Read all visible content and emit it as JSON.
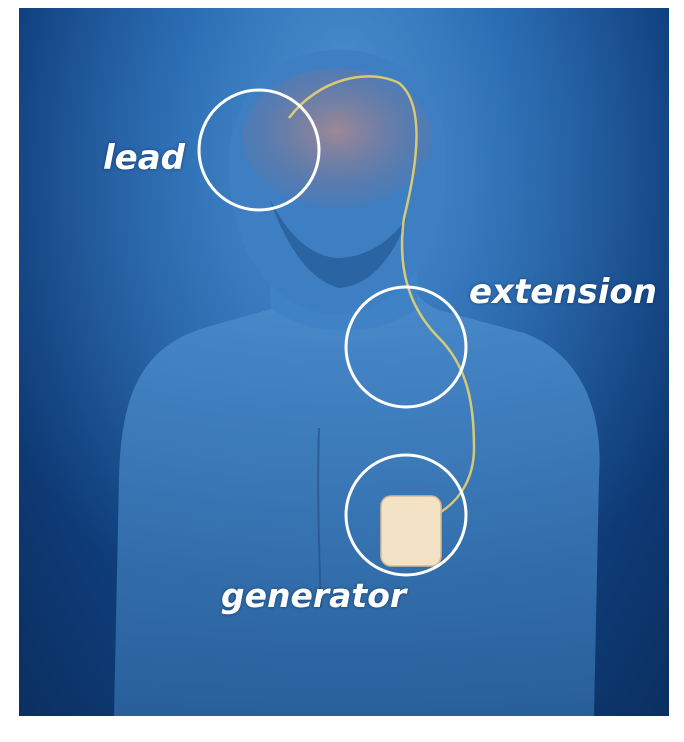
{
  "illustration": {
    "subject": "implanted-stimulation-system",
    "colors": {
      "background_light": "#3a7fc2",
      "background_dark": "#0b2f60",
      "body": "#2f73b8",
      "wire": "#f1d66a",
      "circle": "#ffffff",
      "generator_device": "#f4e2c7"
    }
  },
  "labels": {
    "lead": "lead",
    "extension": "extension",
    "generator": "generator"
  }
}
